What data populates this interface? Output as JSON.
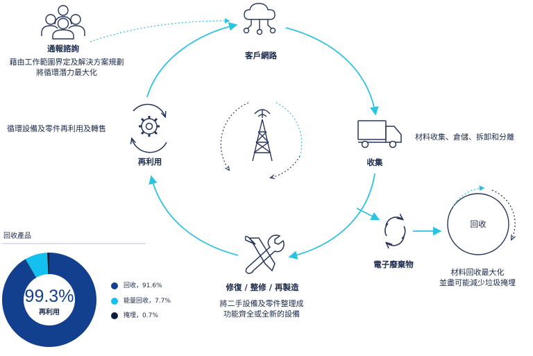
{
  "nodes": {
    "reporting": {
      "title": "通報諮詢",
      "desc": [
        "藉由工作範圍界定及解決方案規劃",
        "將循環潛力最大化"
      ]
    },
    "customer": {
      "title": "客戶網路"
    },
    "collection": {
      "title": "收集",
      "desc": "材料收集、倉儲、拆卸和分離"
    },
    "reuse": {
      "title": "再利用",
      "desc": "循環設備及零件再利用及轉售"
    },
    "repair": {
      "title": "修復 / 整修 / 再製造",
      "desc": [
        "將二手設備及零件整理成",
        "功能齊全或全新的設備"
      ]
    },
    "ewaste": {
      "title": "電子廢棄物"
    },
    "recycle": {
      "title": "回收",
      "desc": [
        "材料回收最大化",
        "並盡可能減少垃圾掩埋"
      ]
    }
  },
  "donut": {
    "section_title": "回收產品",
    "center_value": "99.3%",
    "center_label": "再利用"
  },
  "chart_data": {
    "type": "pie",
    "title": "回收產品",
    "slices": [
      {
        "label": "回收，91.6%",
        "value": 91.6,
        "color": "#123f8e"
      },
      {
        "label": "能量回收，7.7%",
        "value": 7.7,
        "color": "#13c0f0"
      },
      {
        "label": "掩埋，0.7%",
        "value": 0.7,
        "color": "#0b1d3a"
      }
    ]
  },
  "colors": {
    "arrow": "#2bc3e0",
    "icon": "#24345a",
    "navy": "#123f8e",
    "cyan": "#13c0f0",
    "dark": "#0b1d3a"
  }
}
